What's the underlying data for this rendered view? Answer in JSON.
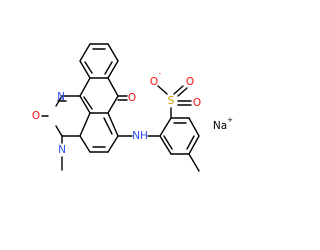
{
  "molecule": {
    "colors": {
      "bond": "#000000",
      "carbon": "#000000",
      "nitrogen": "#3050f8",
      "oxygen": "#ff0d0d",
      "sulfur": "#c8a000",
      "sodium": "#000000"
    },
    "atoms": {
      "n_ring": {
        "text": "N",
        "element": "nitrogen"
      },
      "o_left": {
        "text": "O",
        "element": "oxygen"
      },
      "n_methyl": {
        "text": "N",
        "element": "nitrogen"
      },
      "o_ketone": {
        "text": "O",
        "element": "oxygen"
      },
      "nh": {
        "text": "NH",
        "element": "nitrogen"
      },
      "s": {
        "text": "S",
        "element": "sulfur"
      },
      "o_top_left": {
        "text": "O",
        "element": "oxygen"
      },
      "o_top_right": {
        "text": "O",
        "element": "oxygen"
      },
      "o_right": {
        "text": "O",
        "element": "oxygen"
      },
      "o_top_left_charge": {
        "text": "-",
        "element": "oxygen"
      },
      "na": {
        "text": "Na",
        "element": "sodium"
      },
      "na_charge": {
        "text": "+",
        "element": "sodium"
      }
    }
  }
}
